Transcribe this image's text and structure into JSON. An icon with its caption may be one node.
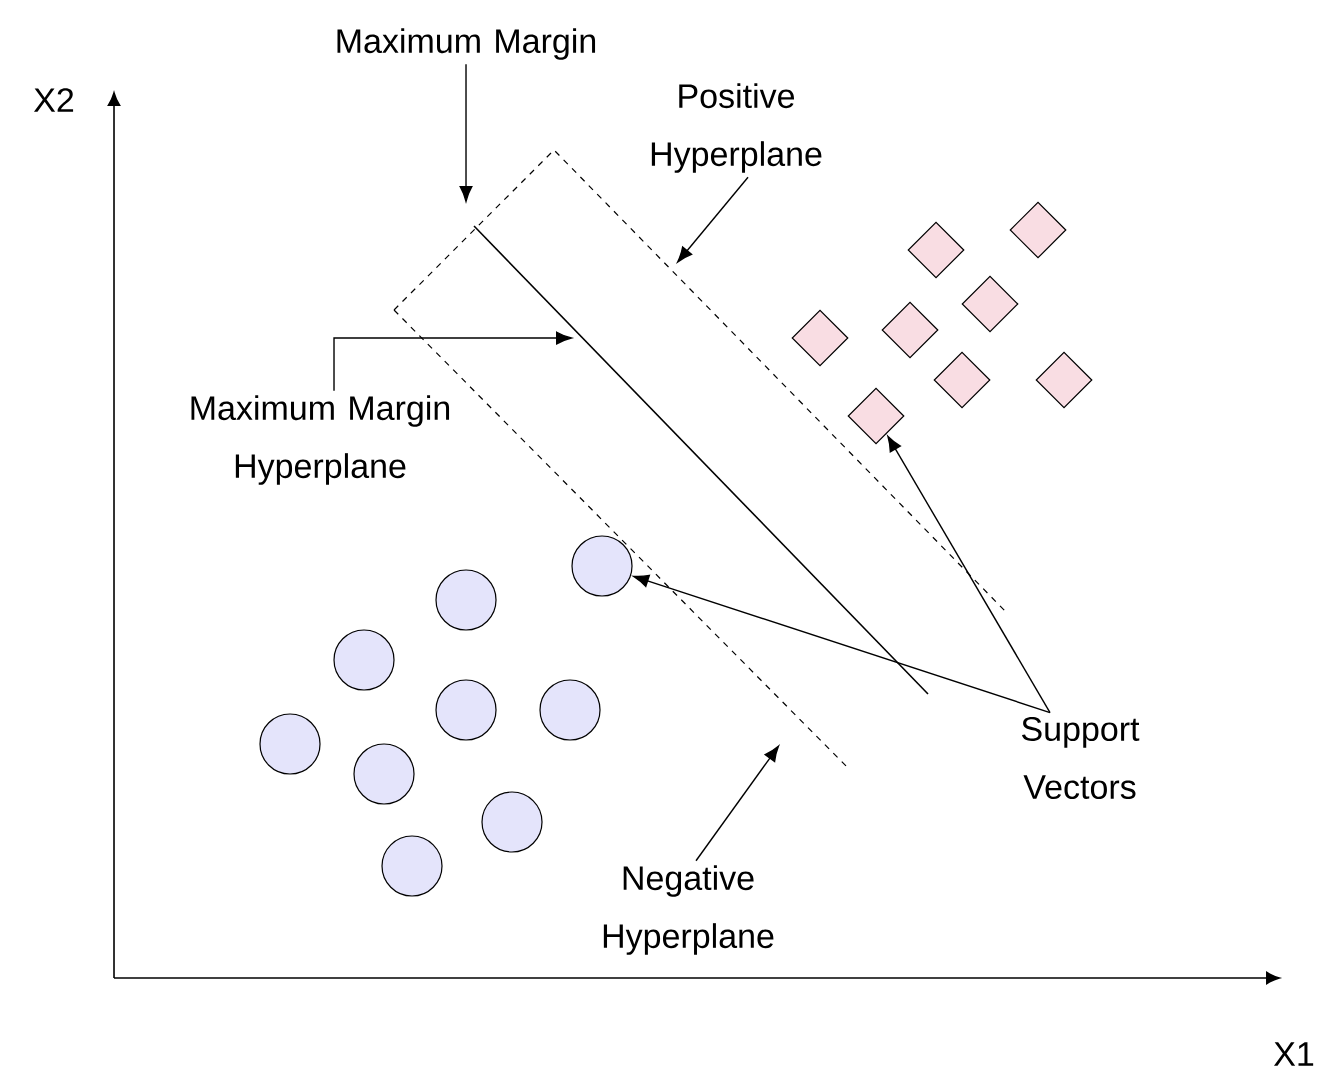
{
  "diagram": {
    "nodes": [
      {
        "text": [
          "Maximum Margin"
        ]
      },
      {
        "text": [
          "Positive Hyperplane"
        ]
      },
      {
        "text": [
          "Maximum Margin Hyperplane"
        ]
      },
      {
        "text": [
          "Support Vectors"
        ]
      },
      {
        "text": [
          "Negative Hyperplane"
        ]
      },
      {
        "text": [],
        "shape": "circle"
      },
      {
        "text": [],
        "shape": "circle"
      },
      {
        "text": [],
        "shape": "circle"
      },
      {
        "text": [],
        "shape": "circle"
      },
      {
        "text": [],
        "shape": "circle"
      },
      {
        "text": [],
        "shape": "circle"
      },
      {
        "text": [],
        "shape": "circle"
      },
      {
        "text": [],
        "shape": "circle"
      },
      {
        "text": [],
        "shape": "circle"
      },
      {
        "text": [],
        "shape": "diamond"
      },
      {
        "text": [],
        "shape": "diamond"
      },
      {
        "text": [],
        "shape": "diamond"
      },
      {
        "text": [],
        "shape": "diamond"
      },
      {
        "text": [],
        "shape": "diamond"
      },
      {
        "text": [],
        "shape": "diamond"
      },
      {
        "text": [],
        "shape": "diamond"
      },
      {
        "text": [],
        "shape": "diamond"
      }
    ],
    "edges": [
      {
        "from": 0,
        "to": null,
        "arrow": "to"
      },
      {
        "from": 1,
        "to": null,
        "arrow": "to"
      },
      {
        "from": 2,
        "to": null,
        "arrow": "to"
      },
      {
        "from": 3,
        "to": 15,
        "arrow": "to"
      },
      {
        "from": 3,
        "to": 13,
        "arrow": "to"
      },
      {
        "from": 4,
        "to": null,
        "arrow": "to"
      }
    ],
    "labels": [
      "X2",
      "X1"
    ]
  }
}
